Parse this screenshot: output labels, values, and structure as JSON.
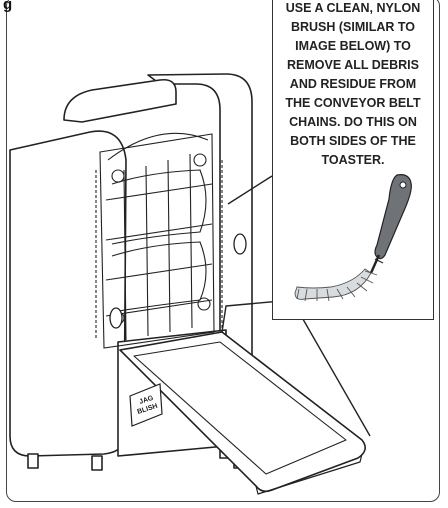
{
  "page_label": "g",
  "callout": {
    "lines": [
      "USE A CLEAN, NYLON",
      "BRUSH (SIMILAR TO",
      "IMAGE BELOW) TO",
      "REMOVE ALL DEBRIS",
      "AND RESIDUE FROM",
      "THE CONVEYOR BELT",
      "CHAINS.  DO THIS ON",
      "BOTH SIDES OF THE",
      "TOASTER."
    ]
  },
  "door_label": "JAG\nBLISH",
  "colors": {
    "line": "#222222",
    "brush_handle": "#6f7378",
    "brush_bristles": "#d9dcdf"
  }
}
